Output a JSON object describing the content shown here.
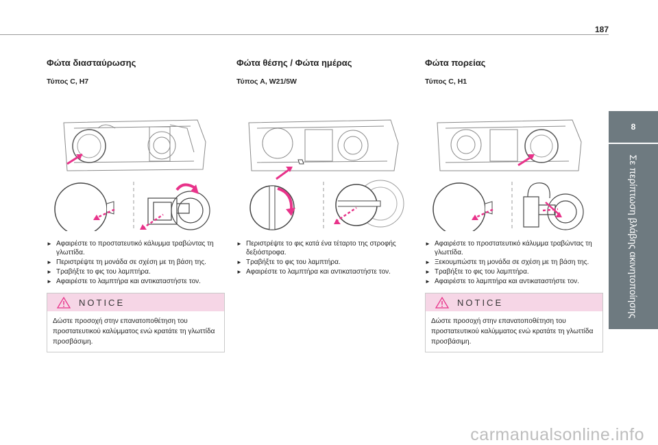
{
  "page": {
    "number": "187"
  },
  "sidebar": {
    "chapter_number": "8",
    "chapter_title": "Σε περίπτωση βλάβης ακινητοποίησης"
  },
  "columns": [
    {
      "title": "Φώτα διασταύρωσης",
      "subtitle": "Τύπος C, H7",
      "steps": [
        "Αφαιρέστε το προστατευτικό κάλυμμα τραβώντας τη γλωττίδα.",
        " Περιστρέψτε τη μονάδα σε σχέση με τη βάση της.",
        "Τραβήξτε το φις του λαμπτήρα.",
        "Αφαιρέστε το λαμπτήρα και αντικαταστήστε τον."
      ],
      "notice": {
        "heading": "NOTICE",
        "text": "Δώστε προσοχή στην επανατοποθέτηση του προστατευτικού καλύμματος ενώ κρατάτε τη γλωττίδα προσβάσιμη."
      }
    },
    {
      "title": "Φώτα θέσης / Φώτα ημέρας",
      "subtitle": "Τύπος A, W21/5W",
      "steps": [
        "Περιστρέψτε το φις κατά ένα τέταρτο της στροφής δεξιόστροφα.",
        "Τραβήξτε το φις του λαμπτήρα.",
        "Αφαιρέστε το λαμπτήρα και αντικαταστήστε τον."
      ]
    },
    {
      "title": "Φώτα πορείας",
      "subtitle": "Τύπος C, H1",
      "steps": [
        "Αφαιρέστε το προστατευτικό κάλυμμα τραβώντας τη γλωττίδα.",
        "Ξεκουμπώστε τη μονάδα σε σχέση με τη βάση της.",
        "Τραβήξτε το φις του λαμπτήρα.",
        "Αφαιρέστε το λαμπτήρα και αντικαταστήστε τον."
      ],
      "notice": {
        "heading": "NOTICE",
        "text": "Δώστε προσοχή στην επανατοποθέτηση του προστατευτικού καλύμματος ενώ κρατάτε τη γλωττίδα προσβάσιμη."
      }
    }
  ],
  "watermark": "carmanualsonline.info",
  "colors": {
    "accent": "#e8338a",
    "tab": "#6e7a80",
    "notice_bg": "#f6d6e6"
  },
  "icons": {
    "bullet": "arrow-right-icon",
    "notice": "warning-triangle-icon"
  }
}
